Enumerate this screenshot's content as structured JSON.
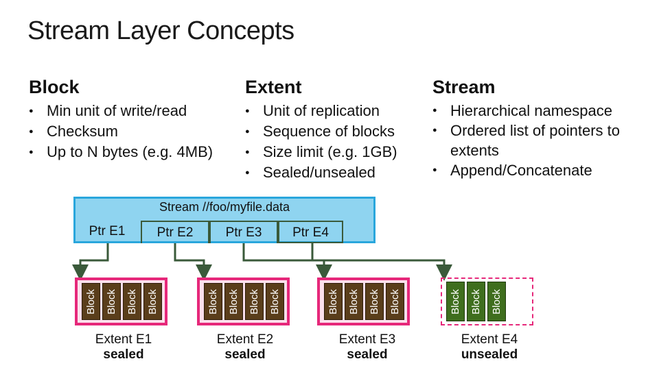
{
  "title": "Stream Layer Concepts",
  "columns": [
    {
      "heading": "Block",
      "bullets": [
        "Min unit of write/read",
        "Checksum",
        "Up to N bytes (e.g. 4MB)"
      ]
    },
    {
      "heading": "Extent",
      "bullets": [
        "Unit of replication",
        "Sequence of blocks",
        "Size limit (e.g. 1GB)",
        "Sealed/unsealed"
      ]
    },
    {
      "heading": "Stream",
      "bullets": [
        "Hierarchical namespace",
        "Ordered list of pointers to extents",
        "Append/Concatenate"
      ]
    }
  ],
  "stream_label": "Stream //foo/myfile.data",
  "pointers": [
    "Ptr E1",
    "Ptr E2",
    "Ptr E3",
    "Ptr E4"
  ],
  "block_label": "Block",
  "extents": [
    {
      "name": "Extent E1",
      "state": "sealed",
      "blocks": 4,
      "sealed": true
    },
    {
      "name": "Extent E2",
      "state": "sealed",
      "blocks": 4,
      "sealed": true
    },
    {
      "name": "Extent E3",
      "state": "sealed",
      "blocks": 4,
      "sealed": true
    },
    {
      "name": "Extent E4",
      "state": "unsealed",
      "blocks": 3,
      "sealed": false
    }
  ],
  "colors": {
    "stream_fill": "#8fd4f0",
    "stream_border": "#29a6dc",
    "sealed_border": "#e6287a",
    "block_brown": "#5a3e1b",
    "block_green": "#3f6e1e",
    "arrow": "#3a5a3a"
  }
}
